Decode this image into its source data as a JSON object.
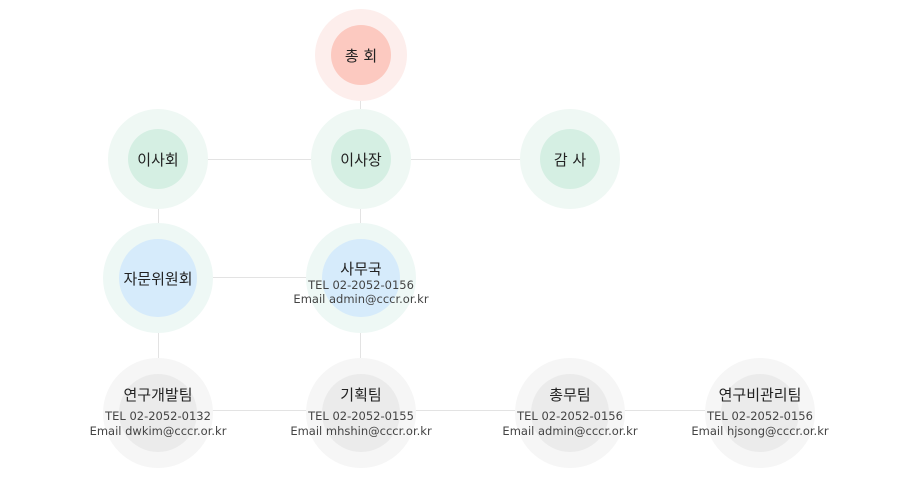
{
  "nodes": {
    "general_assembly": {
      "title": "총 회"
    },
    "board": {
      "title": "이사회"
    },
    "chairman": {
      "title": "이사장"
    },
    "auditor": {
      "title": "감 사"
    },
    "advisory": {
      "title": "자문위원회"
    },
    "secretariat": {
      "title": "사무국",
      "tel": "TEL 02-2052-0156",
      "email": "Email admin@cccr.or.kr"
    },
    "rnd": {
      "title": "연구개발팀",
      "tel": "TEL 02-2052-0132",
      "email": "Email dwkim@cccr.or.kr"
    },
    "planning": {
      "title": "기획팀",
      "tel": "TEL 02-2052-0155",
      "email": "Email mhshin@cccr.or.kr"
    },
    "general_affairs": {
      "title": "총무팀",
      "tel": "TEL 02-2052-0156",
      "email": "Email admin@cccr.or.kr"
    },
    "research_fund": {
      "title": "연구비관리팀",
      "tel": "TEL 02-2052-0156",
      "email": "Email hjsong@cccr.or.kr"
    }
  },
  "colors": {
    "pink": "#fcc9c0",
    "green": "#d5efe3",
    "blue": "#d6ebfb",
    "gray": "#ebebeb",
    "line": "#e3e3e3"
  }
}
